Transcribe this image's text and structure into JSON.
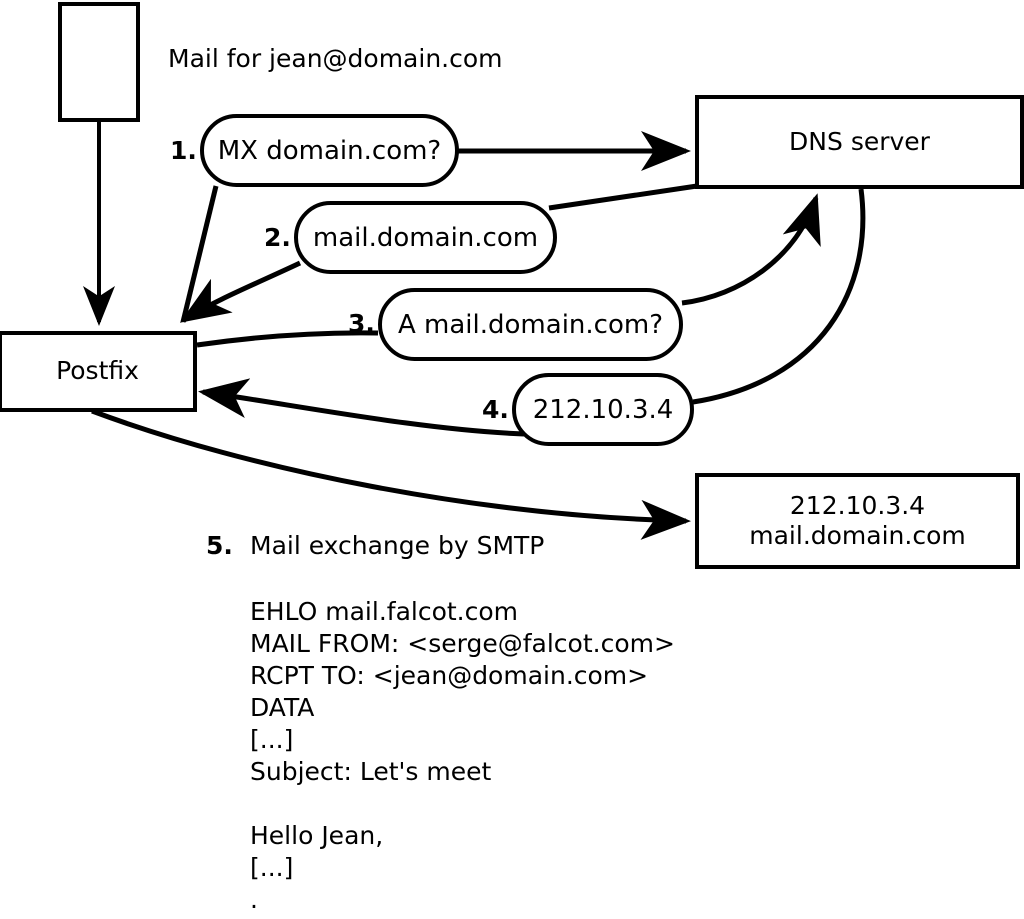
{
  "diagram": {
    "title_note": "Mail for jean@domain.com",
    "nodes": {
      "source_box": {
        "label": ""
      },
      "postfix": {
        "label": "Postfix"
      },
      "dns_server": {
        "label": "DNS server"
      },
      "destination": {
        "line1": "212.10.3.4",
        "line2": "mail.domain.com"
      }
    },
    "steps": [
      {
        "num": "1.",
        "bubble": "MX domain.com?"
      },
      {
        "num": "2.",
        "bubble": "mail.domain.com"
      },
      {
        "num": "3.",
        "bubble": "A mail.domain.com?"
      },
      {
        "num": "4.",
        "bubble": "212.10.3.4"
      },
      {
        "num": "5.",
        "label": "Mail exchange by SMTP"
      }
    ],
    "smtp_transcript": [
      "EHLO mail.falcot.com",
      "MAIL FROM: <serge@falcot.com>",
      "RCPT TO: <jean@domain.com>",
      "DATA",
      "[...]",
      "Subject: Let's meet",
      "",
      "Hello Jean,",
      "[...]",
      "."
    ],
    "colors": {
      "stroke": "#000000",
      "fill": "#ffffff"
    }
  }
}
